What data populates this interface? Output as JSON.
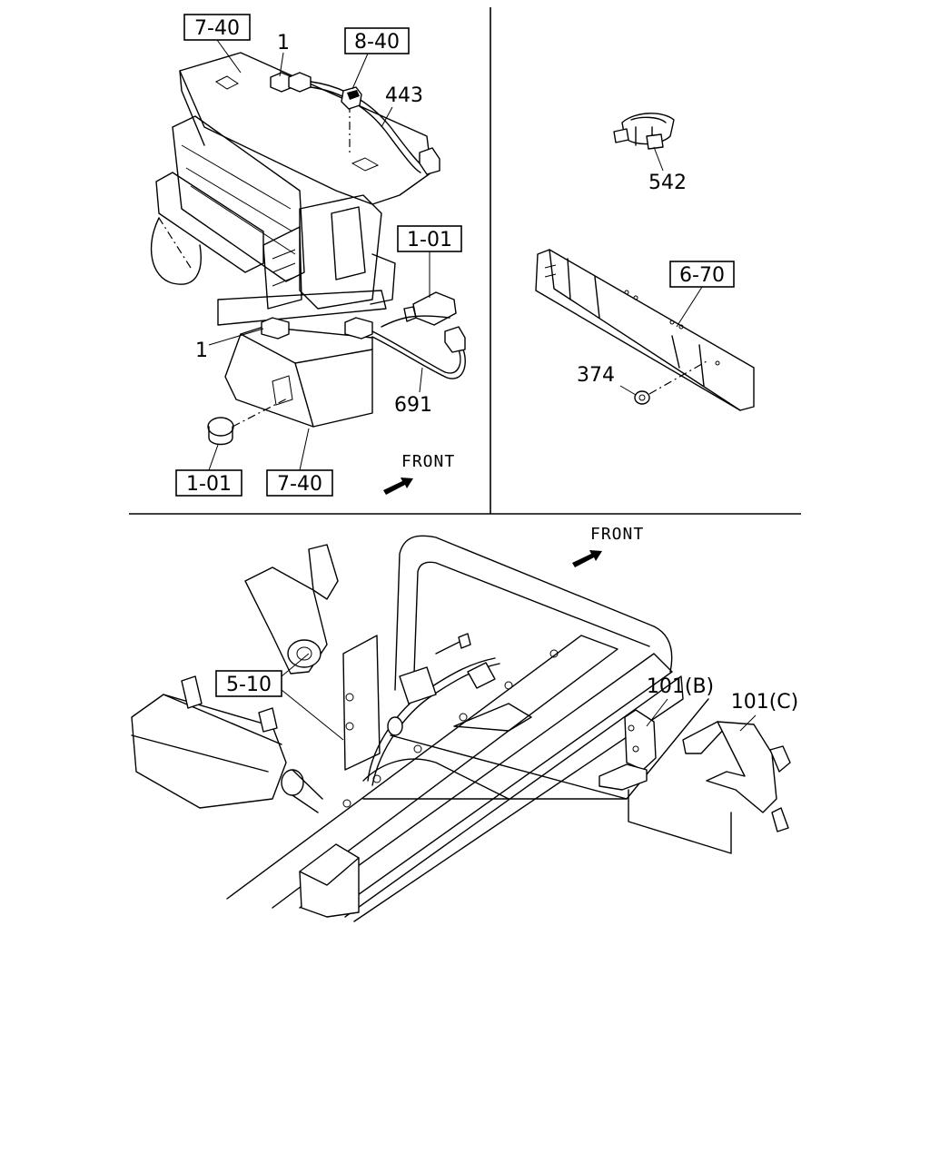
{
  "panel_top_left": {
    "refs": {
      "ref_7_40_top": "7-40",
      "ref_8_40": "8-40",
      "ref_1_01_right": "1-01",
      "ref_1_01_bottom": "1-01",
      "ref_7_40_bottom": "7-40"
    },
    "parts": {
      "part_1_top": "1",
      "part_443": "443",
      "part_1_left": "1",
      "part_691": "691"
    },
    "front_label": "FRONT"
  },
  "panel_top_right": {
    "refs": {
      "ref_6_70": "6-70"
    },
    "parts": {
      "part_542": "542",
      "part_374": "374"
    }
  },
  "panel_bottom": {
    "refs": {
      "ref_5_10": "5-10"
    },
    "parts": {
      "part_101b": "101(B)",
      "part_101c": "101(C)"
    },
    "front_label": "FRONT"
  },
  "icons": [
    "front-arrow-icon",
    "front-arrow-icon"
  ],
  "colors": {
    "line": "#000000",
    "background": "#ffffff"
  }
}
